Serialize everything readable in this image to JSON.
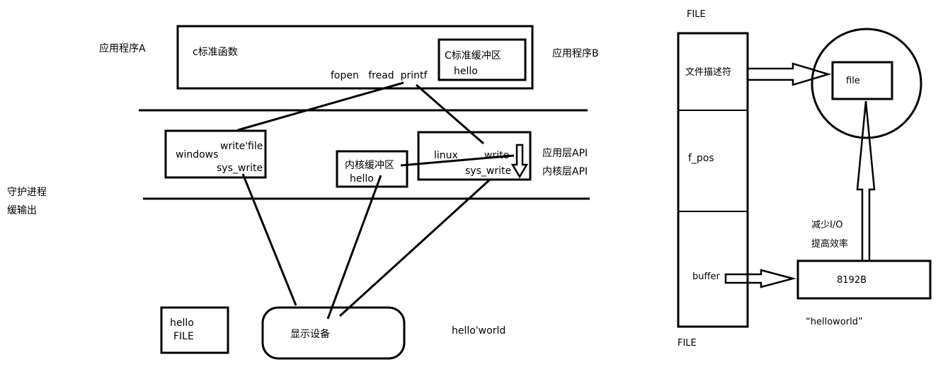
{
  "labels": {
    "app_a": "应用程序A",
    "app_b": "应用程序B",
    "c_std_func": "c标准函数",
    "c_std_buffer": "C标准缓冲区",
    "c_std_buffer_content": "hello",
    "std_calls": "fopen   fread  printf",
    "windows": "windows",
    "win_write": "write'file",
    "win_sys_write": "sys_write",
    "kernel_buffer": "内核缓冲区",
    "kernel_buffer_content": "hello",
    "linux": "linux",
    "linux_write": "write",
    "linux_sys_write": "sys_write",
    "app_layer_api": "应用层API",
    "kernel_layer_api": "内核层API",
    "daemon": "守护进程",
    "buffered_output": "缓输出",
    "file_box_line1": "hello",
    "file_box_line2": "FILE",
    "display_device": "显示设备",
    "hello_world": "hello'world",
    "file_struct_title_top": "FILE",
    "file_struct_title_bottom": "FILE",
    "field_fd": "文件描述符",
    "field_fpos": "f_pos",
    "field_buffer": "buffer",
    "file_node": "file",
    "buffer_size": "8192B",
    "reduce_io": "减少I/O",
    "improve_efficiency": "提高效率",
    "hello_world_quoted": "“helloworld”"
  }
}
